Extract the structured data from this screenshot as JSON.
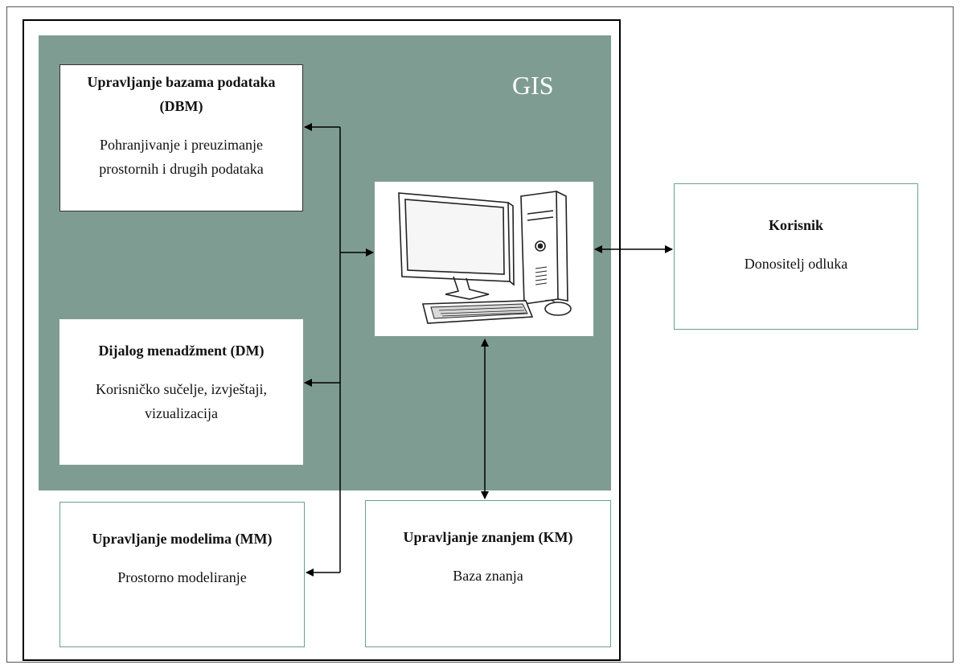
{
  "gis": {
    "label": "GIS"
  },
  "boxes": {
    "dbm": {
      "title_1": "Upravljanje bazama podataka",
      "title_2": "(DBM)",
      "desc_1": "Pohranjivanje i preuzimanje",
      "desc_2": "prostornih i drugih podataka"
    },
    "dm": {
      "title": "Dijalog menadžment (DM)",
      "desc_1": "Korisničko sučelje, izvještaji,",
      "desc_2": "vizualizacija"
    },
    "mm": {
      "title": "Upravljanje modelima (MM)",
      "desc": "Prostorno modeliranje"
    },
    "km": {
      "title": "Upravljanje znanjem (KM)",
      "desc": "Baza znanja"
    },
    "korisnik": {
      "title": "Korisnik",
      "desc": "Donositelj odluka"
    }
  },
  "icons": {
    "computer": "desktop-computer-icon"
  }
}
